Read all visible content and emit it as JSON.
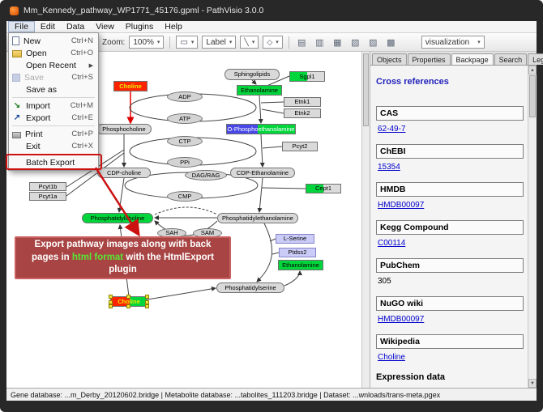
{
  "window": {
    "title": "Mm_Kennedy_pathway_WP1771_45176.gpml - PathVisio 3.0.0"
  },
  "menubar": {
    "items": [
      "File",
      "Edit",
      "Data",
      "View",
      "Plugins",
      "Help"
    ]
  },
  "toolbar": {
    "zoom_label": "Zoom:",
    "zoom_value": "100%",
    "label_tool": "Label",
    "visualization_value": "visualization"
  },
  "file_menu": {
    "items": [
      {
        "label": "New",
        "shortcut": "Ctrl+N"
      },
      {
        "label": "Open",
        "shortcut": "Ctrl+O"
      },
      {
        "label": "Open Recent",
        "shortcut": ""
      },
      {
        "label": "Save",
        "shortcut": "Ctrl+S"
      },
      {
        "label": "Save as",
        "shortcut": ""
      },
      {
        "label": "Import",
        "shortcut": "Ctrl+M"
      },
      {
        "label": "Export",
        "shortcut": "Ctrl+E"
      },
      {
        "label": "Print",
        "shortcut": "Ctrl+P"
      },
      {
        "label": "Exit",
        "shortcut": "Ctrl+X"
      },
      {
        "label": "Batch Export",
        "shortcut": ""
      }
    ]
  },
  "pathway": {
    "nodes": [
      {
        "label": "Sphingolipids"
      },
      {
        "label": "Sgpl1"
      },
      {
        "label": "Choline"
      },
      {
        "label": "Ethanolamine"
      },
      {
        "label": "Etnk1"
      },
      {
        "label": "Etnk2"
      },
      {
        "label": "ADP"
      },
      {
        "label": "ATP"
      },
      {
        "label": "Phosphocholine"
      },
      {
        "label": "O-Phosphoethanolamine"
      },
      {
        "label": "CTP"
      },
      {
        "label": "Pcyt2"
      },
      {
        "label": "PPi"
      },
      {
        "label": "CDP-choline"
      },
      {
        "label": "DAG/RAG"
      },
      {
        "label": "CDP-Ethanolamine"
      },
      {
        "label": "Cept1"
      },
      {
        "label": "CMP"
      },
      {
        "label": "Pcyt1b"
      },
      {
        "label": "Pcyt1a"
      },
      {
        "label": "Phosphatidylcholine"
      },
      {
        "label": "Phosphatidylethanolamine"
      },
      {
        "label": "SAH"
      },
      {
        "label": "SAM"
      },
      {
        "label": "L-Serine"
      },
      {
        "label": "Ptdss2"
      },
      {
        "label": "Ethanolamine"
      },
      {
        "label": "Phosphatidylserine"
      },
      {
        "label": "Choline"
      }
    ]
  },
  "annotation": {
    "text_before": "Export pathway images along with back pages in ",
    "highlight": "html format",
    "text_after": " with the HtmlExport plugin"
  },
  "sidepanel": {
    "tabs": [
      "Objects",
      "Properties",
      "Backpage",
      "Search",
      "Legend"
    ],
    "active_tab": "Backpage",
    "backpage": {
      "title": "Cross references",
      "sections": [
        {
          "header": "CAS",
          "value": "62-49-7"
        },
        {
          "header": "ChEBI",
          "value": "15354"
        },
        {
          "header": "HMDB",
          "value": "HMDB00097"
        },
        {
          "header": "Kegg Compound",
          "value": "C00114"
        },
        {
          "header": "PubChem",
          "value": "305"
        },
        {
          "header": "NuGO wiki",
          "value": "HMDB00097"
        },
        {
          "header": "Wikipedia",
          "value": "Choline"
        }
      ],
      "footer": "Expression data"
    }
  },
  "statusbar": {
    "text": "Gene database: ...m_Derby_20120602.bridge | Metabolite database: ...tabolites_111203.bridge | Dataset: ...wnloads/trans-meta.pgex"
  },
  "colors": {
    "highlight_red": "#cc1111",
    "annotation_bg": "#a84444",
    "annotation_highlight": "#55e833",
    "node_green": "#00d63c",
    "node_blue": "#4848e8",
    "node_red": "#ff2400",
    "node_lavender": "#ccccf8",
    "link": "#0000cc",
    "backpage_title": "#2222bb"
  }
}
